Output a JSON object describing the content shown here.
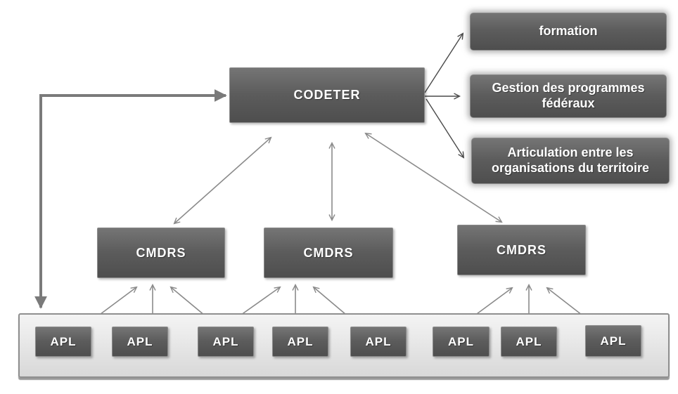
{
  "colors": {
    "box_fill_light": "#757575",
    "box_fill": "#5c5c5c",
    "box_fill_dark": "#4e4e4e",
    "box_border": "#8a8a8a",
    "box_text": "#ffffff",
    "container_fill_top": "#f4f4f4",
    "container_fill_bottom": "#d8d8d8",
    "container_border": "#8f8f8f",
    "arrow_gray": "#8a8a8a",
    "arrow_dark": "#4a4a4a",
    "elbow_arrow": "#7a7a7a",
    "background": "#ffffff"
  },
  "diagram": {
    "codeter": {
      "label": "CODETER"
    },
    "functions": [
      {
        "label": "formation"
      },
      {
        "label": "Gestion des programmes fédéraux"
      },
      {
        "label": "Articulation entre les organisations du territoire"
      }
    ],
    "cmdrs": [
      {
        "label": "CMDRS"
      },
      {
        "label": "CMDRS"
      },
      {
        "label": "CMDRS"
      }
    ],
    "apl": [
      {
        "label": "APL"
      },
      {
        "label": "APL"
      },
      {
        "label": "APL"
      },
      {
        "label": "APL"
      },
      {
        "label": "APL"
      },
      {
        "label": "APL"
      },
      {
        "label": "APL"
      },
      {
        "label": "APL"
      }
    ]
  }
}
